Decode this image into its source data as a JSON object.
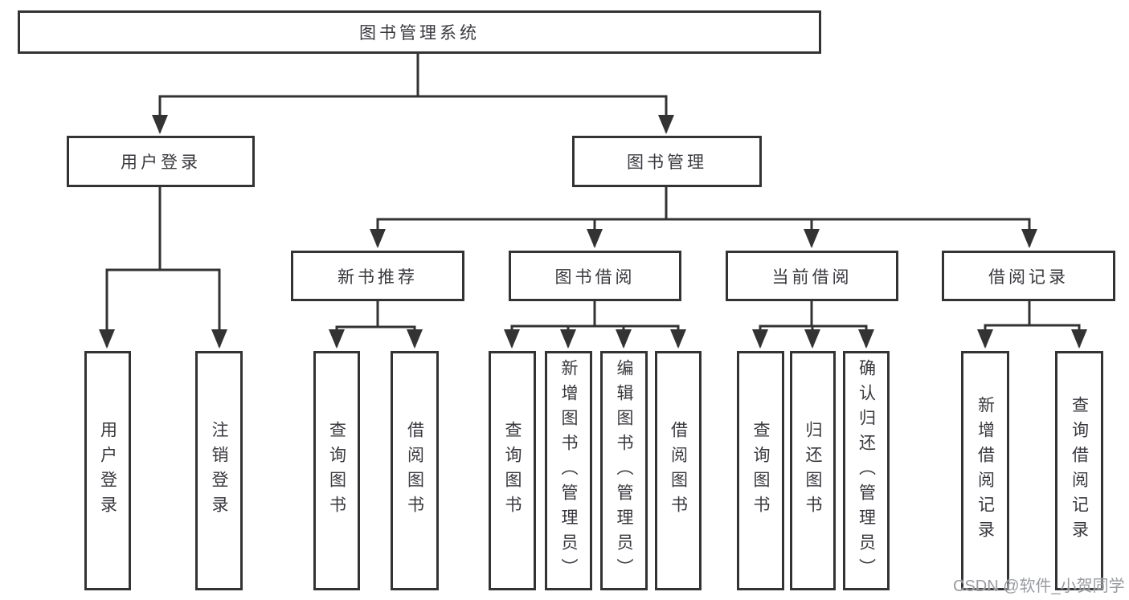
{
  "title": {
    "label": "图书管理系统"
  },
  "branches": {
    "user_login": {
      "label": "用户登录",
      "children": [
        {
          "label": "用户登录"
        },
        {
          "label": "注销登录"
        }
      ]
    },
    "book_management": {
      "label": "图书管理",
      "sections": [
        {
          "label": "新书推荐",
          "children": [
            {
              "label": "查询图书"
            },
            {
              "label": "借阅图书"
            }
          ]
        },
        {
          "label": "图书借阅",
          "children": [
            {
              "label": "查询图书"
            },
            {
              "label": "新增图书（管理员）"
            },
            {
              "label": "编辑图书（管理员）"
            },
            {
              "label": "借阅图书"
            }
          ]
        },
        {
          "label": "当前借阅",
          "children": [
            {
              "label": "查询图书"
            },
            {
              "label": "归还图书"
            },
            {
              "label": "确认归还（管理员）"
            }
          ]
        },
        {
          "label": "借阅记录",
          "children": [
            {
              "label": "新增借阅记录"
            },
            {
              "label": "查询借阅记录"
            }
          ]
        }
      ]
    }
  },
  "watermark": "CSDN @软件_小贺同学",
  "colors": {
    "line": "#333333",
    "text": "#38383e",
    "watermark": "#94969b",
    "background": "#ffffff"
  }
}
